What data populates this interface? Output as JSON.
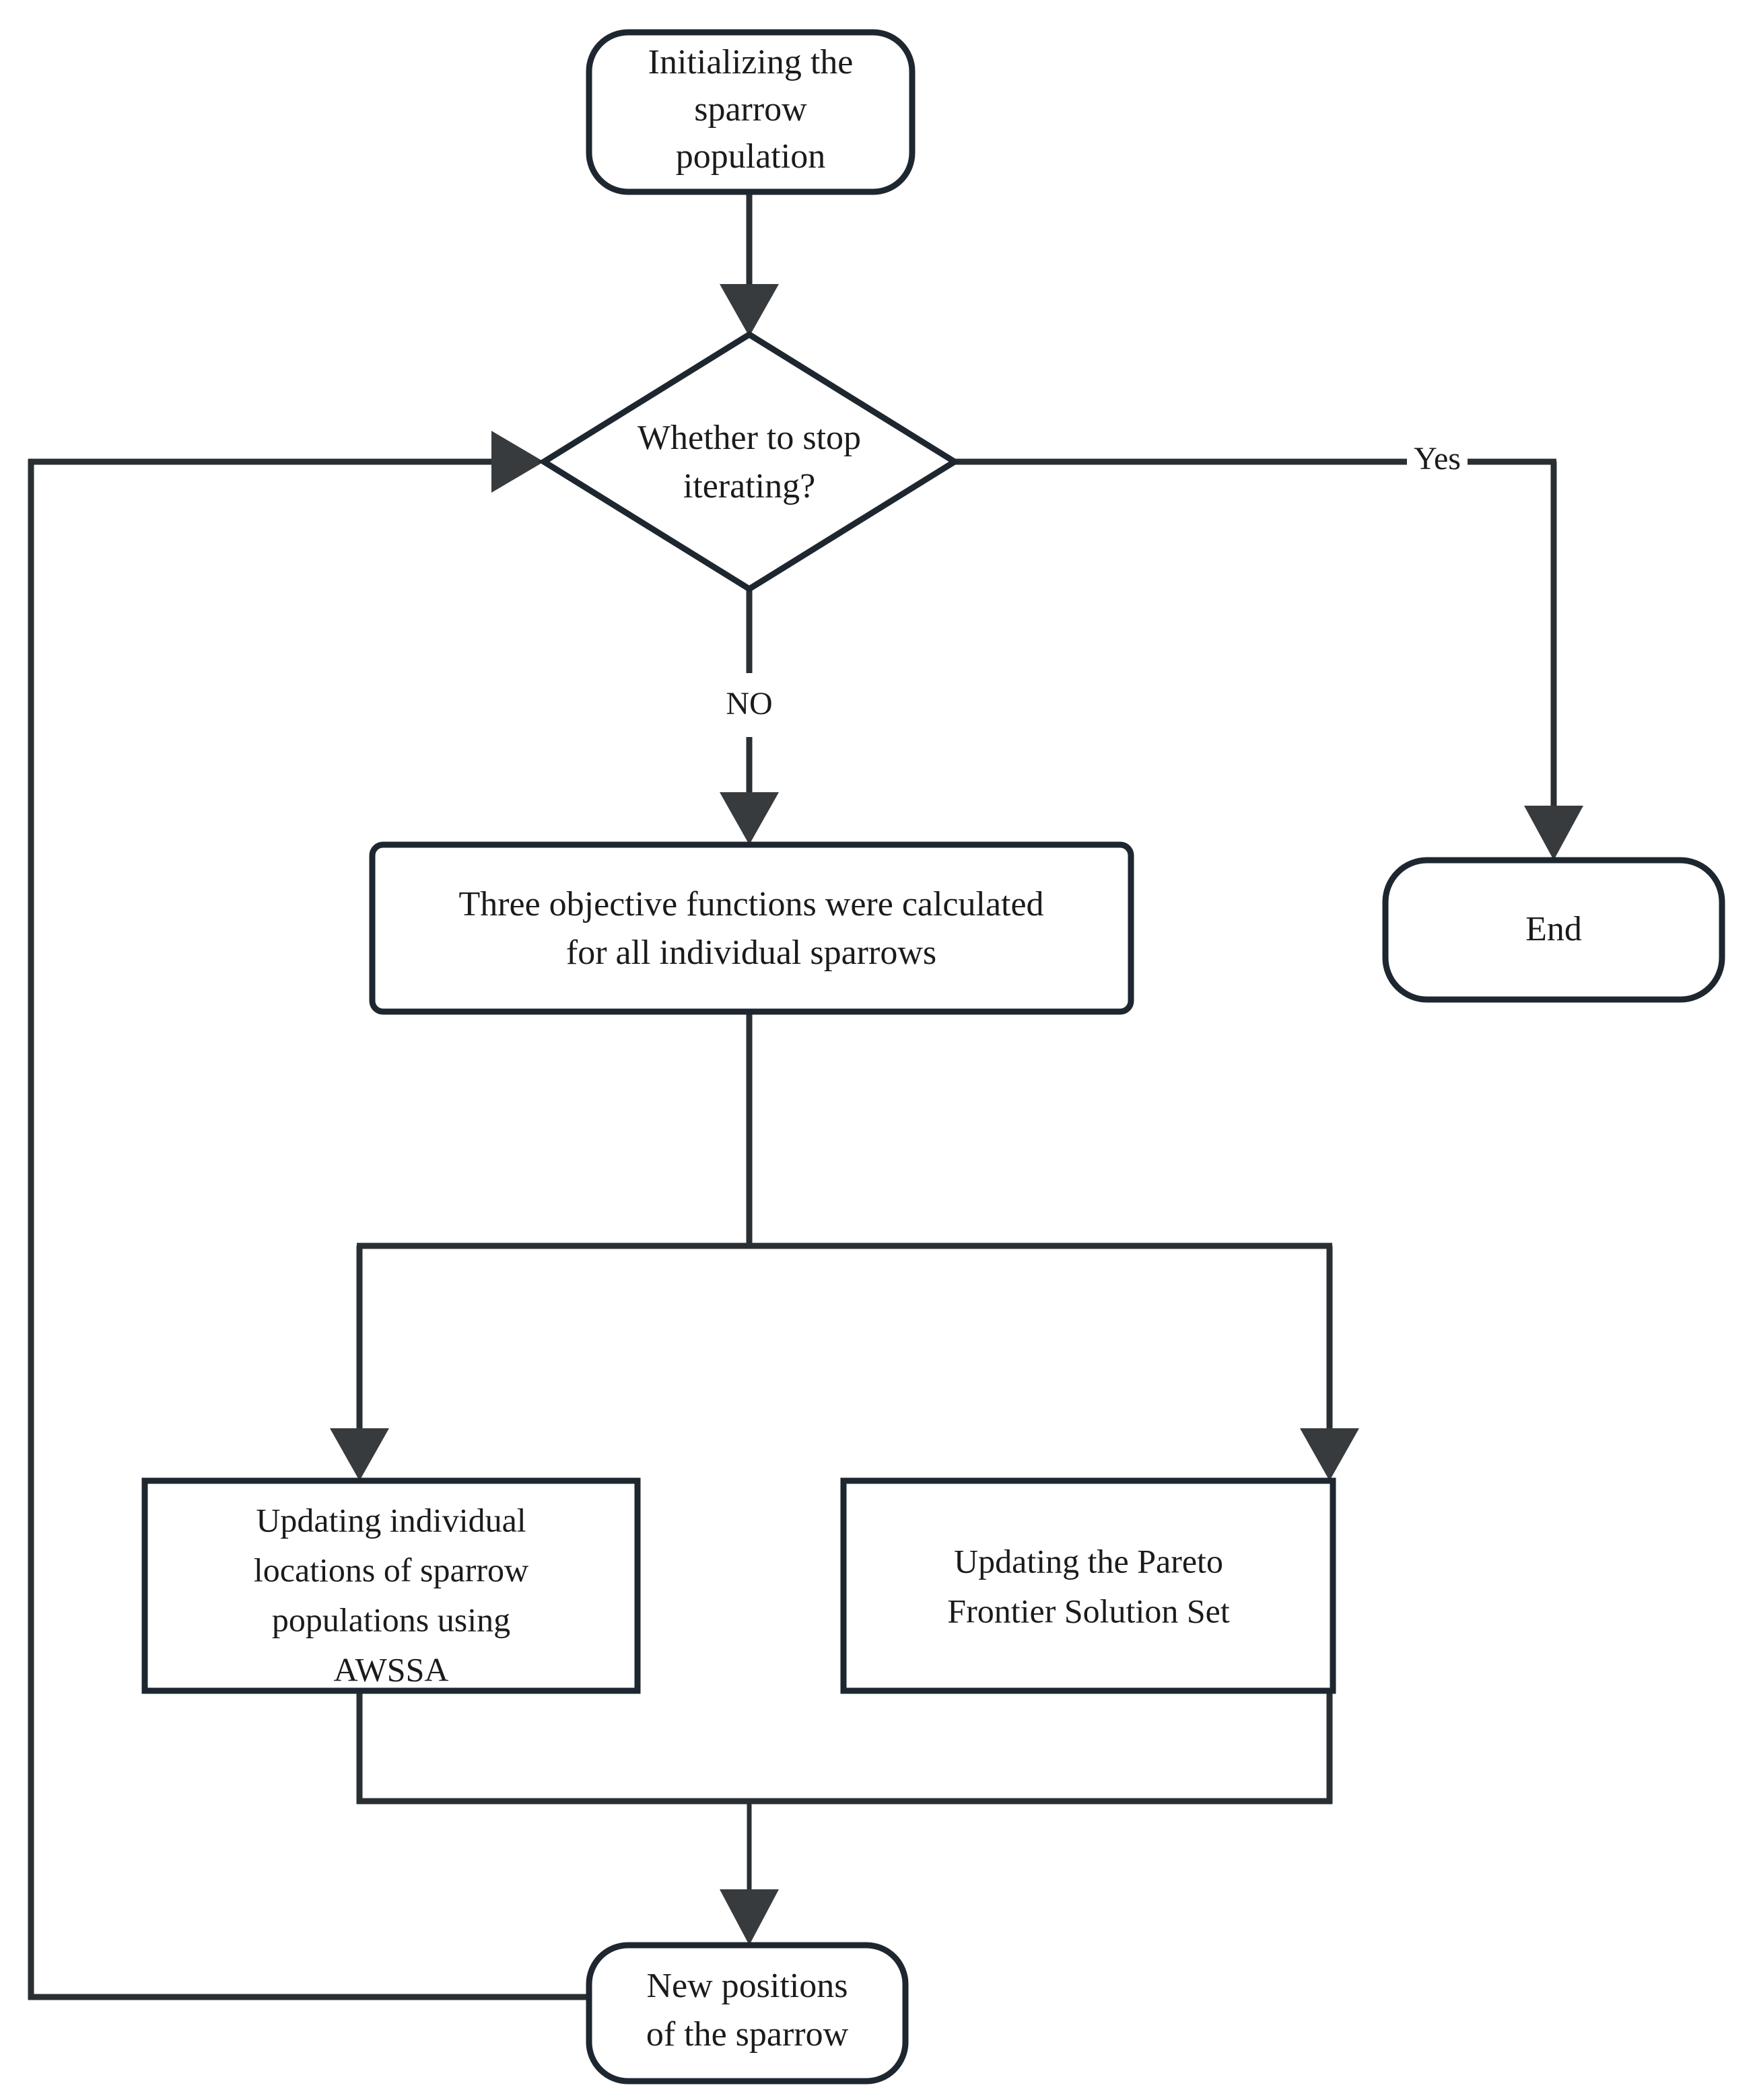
{
  "diagram": {
    "title": "AWSSA multi-objective sparrow search algorithm flowchart",
    "background_color": "#ffffff",
    "stroke_color": "#1e2730",
    "text_color": "#1b1b1b",
    "nodes": {
      "start": {
        "shape": "stadium",
        "label_line1": "Initializing the",
        "label_line2": "sparrow",
        "label_line3": "population"
      },
      "decision": {
        "shape": "diamond",
        "label_line1": "Whether to stop",
        "label_line2": "iterating?"
      },
      "end": {
        "shape": "stadium",
        "label": "End"
      },
      "objectives": {
        "shape": "rounded-rectangle",
        "label_line1": "Three objective functions were calculated",
        "label_line2": "for all individual sparrows"
      },
      "update_positions": {
        "shape": "rectangle",
        "label_line1": "Updating individual",
        "label_line2": "locations of sparrow",
        "label_line3": "populations using",
        "label_line4": "AWSSA"
      },
      "update_pareto": {
        "shape": "rectangle",
        "label_line1": "Updating the Pareto",
        "label_line2": "Frontier Solution Set"
      },
      "new_positions": {
        "shape": "stadium",
        "label_line1": "New positions",
        "label_line2": "of the sparrow"
      }
    },
    "edge_labels": {
      "yes": "Yes",
      "no": "NO"
    }
  }
}
